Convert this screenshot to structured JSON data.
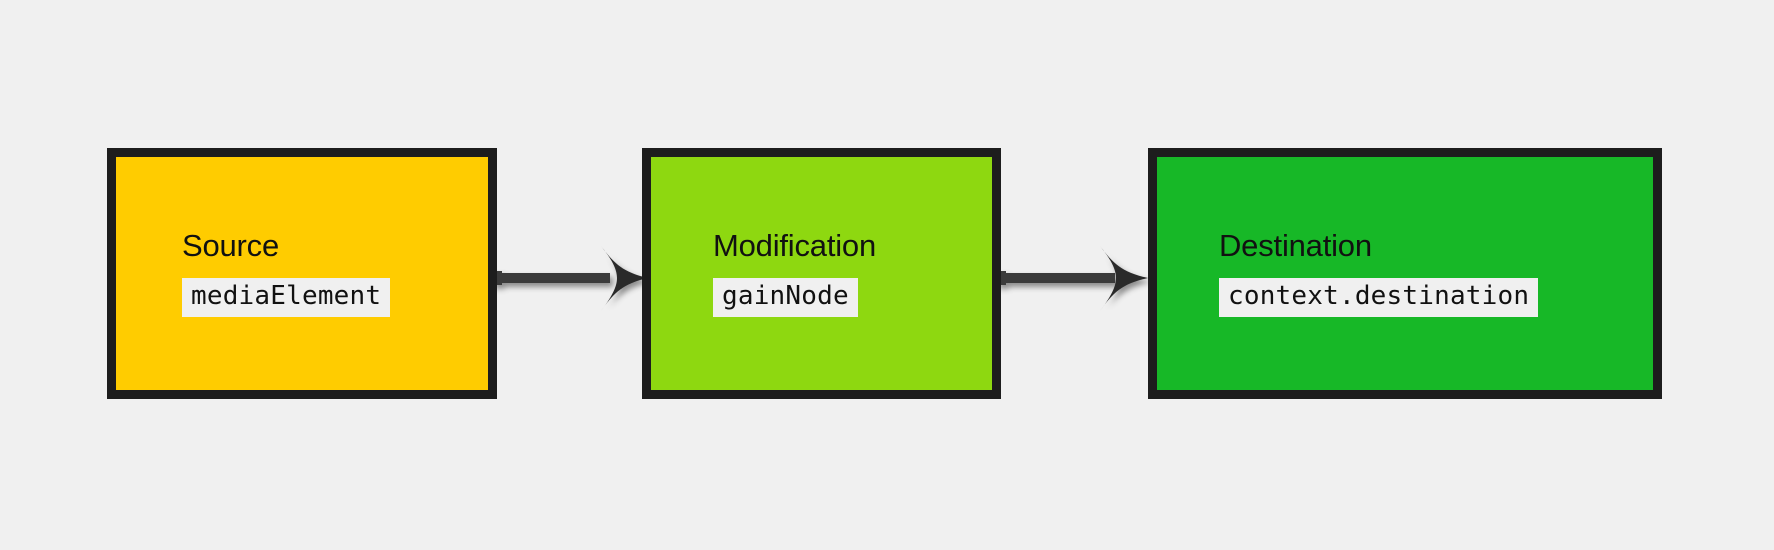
{
  "diagram": {
    "title_text": "",
    "background_color": "#f0f0f0",
    "edge_color": "#3a3a3a",
    "border_color": "#1d1d1d",
    "nodes": [
      {
        "id": "source",
        "title": "Source",
        "code": "mediaElement",
        "fill": "#ffcc00"
      },
      {
        "id": "modification",
        "title": "Modification",
        "code": "gainNode",
        "fill": "#8ed810"
      },
      {
        "id": "destination",
        "title": "Destination",
        "code": "context.destination",
        "fill": "#17b827"
      }
    ],
    "edges": [
      {
        "id": "edge-source-modification",
        "from": "source",
        "to": "modification",
        "label": ""
      },
      {
        "id": "edge-modification-destination",
        "from": "modification",
        "to": "destination",
        "label": ""
      }
    ]
  }
}
